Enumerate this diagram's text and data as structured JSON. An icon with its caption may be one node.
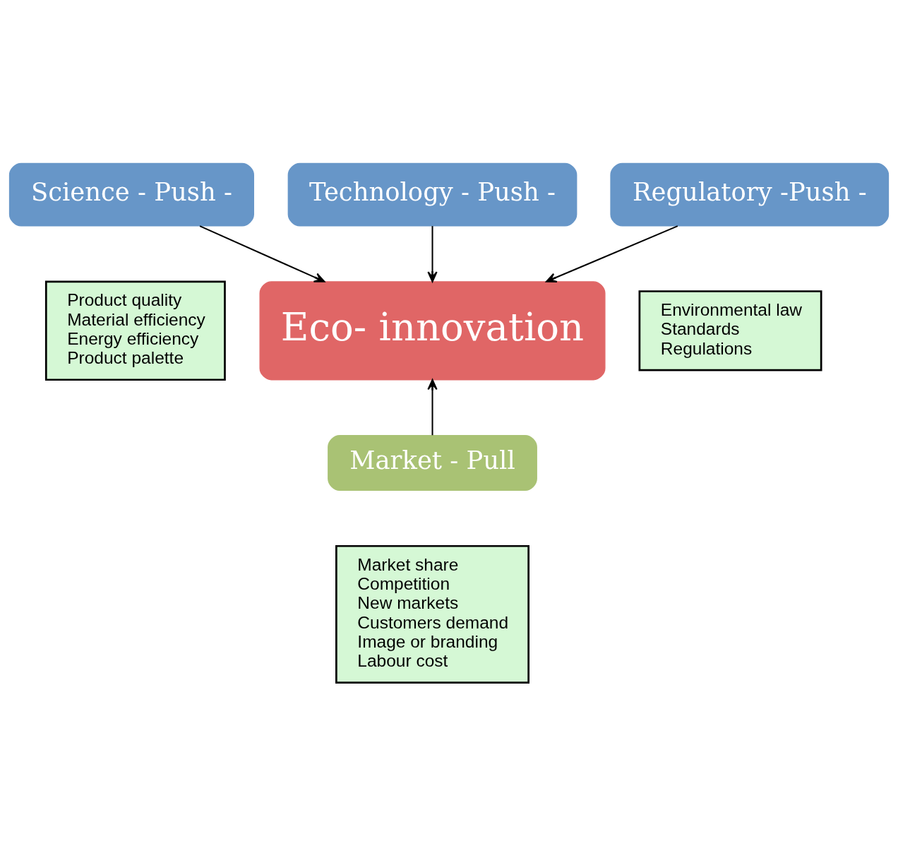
{
  "diagram": {
    "nodes": [
      {
        "text": [
          "Science - Push -"
        ]
      },
      {
        "text": [
          "Technology - Push -"
        ]
      },
      {
        "text": [
          "Regulatory -Push -"
        ]
      },
      {
        "text": [
          "Eco- innovation"
        ]
      },
      {
        "text": [
          "Market - Pull"
        ]
      },
      {
        "text": [
          "Product quality",
          "Material efficiency",
          "Energy efficiency",
          "Product palette"
        ]
      },
      {
        "text": [
          "Environmental law",
          "Standards",
          "Regulations"
        ]
      },
      {
        "text": [
          "Market share",
          "Competition",
          "New markets",
          "Customers demand",
          "Image or branding",
          "Labour cost"
        ]
      }
    ],
    "edges": [
      {
        "from": 0,
        "to": 3,
        "arrow": "to"
      },
      {
        "from": 1,
        "to": 3,
        "arrow": "to"
      },
      {
        "from": 2,
        "to": 3,
        "arrow": "to"
      },
      {
        "from": 4,
        "to": 3,
        "arrow": "to"
      }
    ]
  }
}
